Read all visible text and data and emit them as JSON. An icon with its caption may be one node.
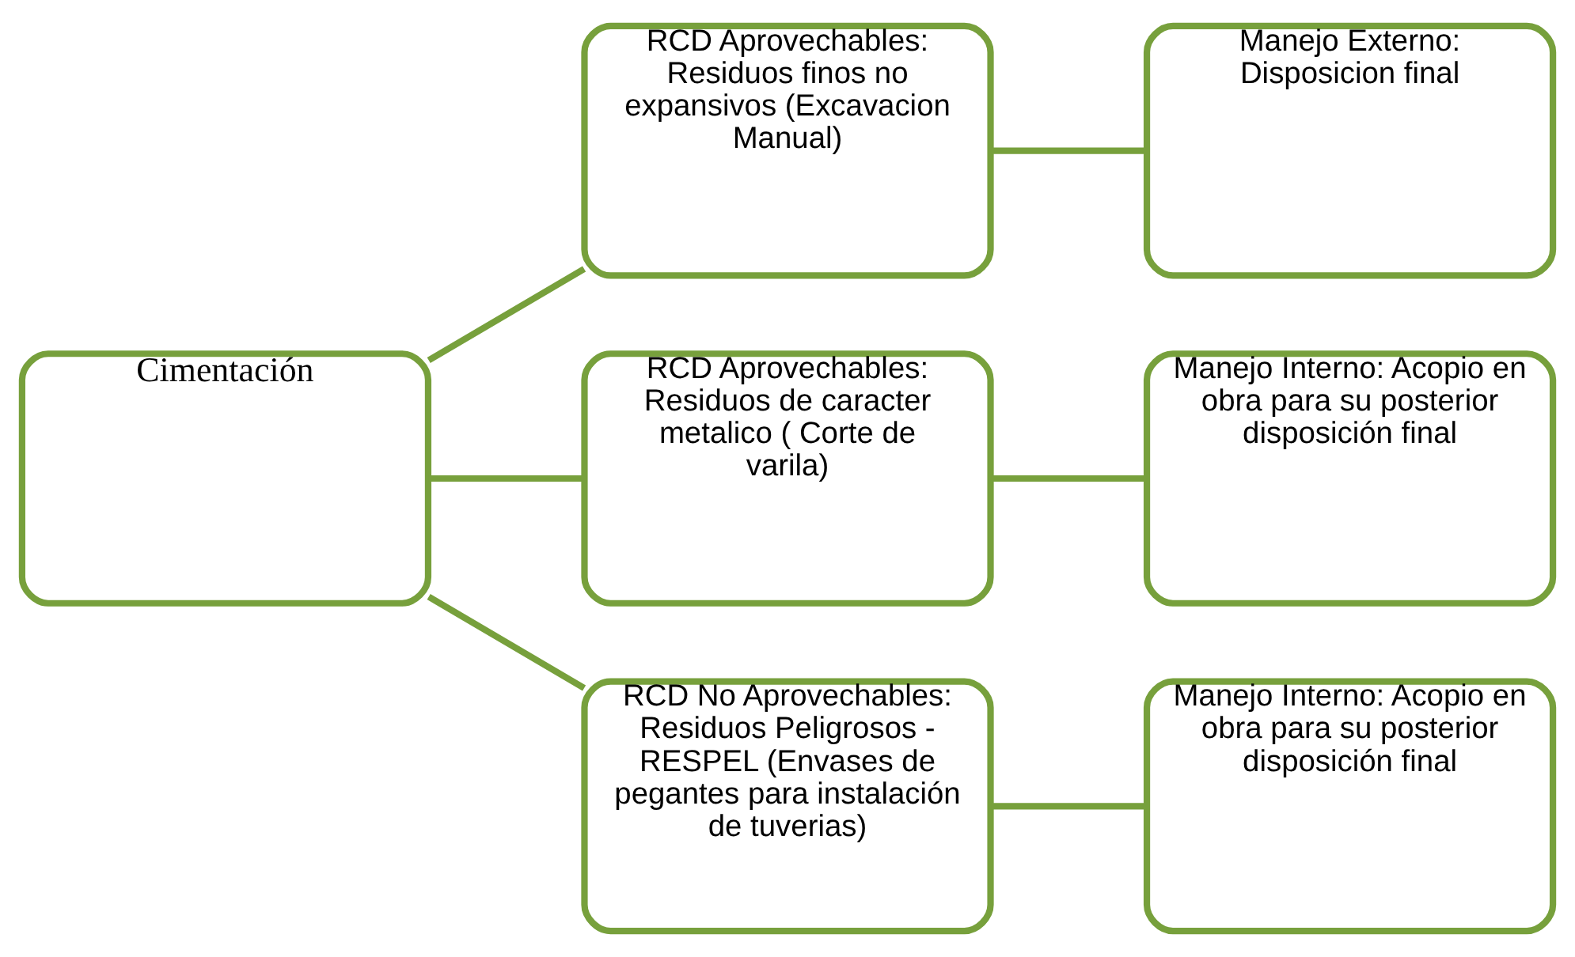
{
  "diagram": {
    "nodes": [
      {
        "text": [
          "Cimentación"
        ]
      },
      {
        "text": [
          "RCD Aprovechables: Residuos finos no expansivos (Excavacion Manual)"
        ]
      },
      {
        "text": [
          "RCD Aprovechables: Residuos de caracter metalico ( Corte de varila)"
        ]
      },
      {
        "text": [
          "RCD No Aprovechables: Residuos Peligrosos - RESPEL (Envases de pegantes para instalación de tuverias)"
        ]
      },
      {
        "text": [
          "Manejo Externo: Disposicion final"
        ]
      },
      {
        "text": [
          "Manejo Interno: Acopio en obra para su posterior disposición final"
        ]
      },
      {
        "text": [
          "Manejo Interno: Acopio en obra para su posterior disposición final"
        ]
      }
    ],
    "edges": [
      {
        "from": 0,
        "to": 1,
        "arrow": "none"
      },
      {
        "from": 0,
        "to": 2,
        "arrow": "none"
      },
      {
        "from": 0,
        "to": 3,
        "arrow": "none"
      },
      {
        "from": 1,
        "to": 4,
        "arrow": "none"
      },
      {
        "from": 2,
        "to": 5,
        "arrow": "none"
      },
      {
        "from": 3,
        "to": 6,
        "arrow": "none"
      }
    ]
  }
}
